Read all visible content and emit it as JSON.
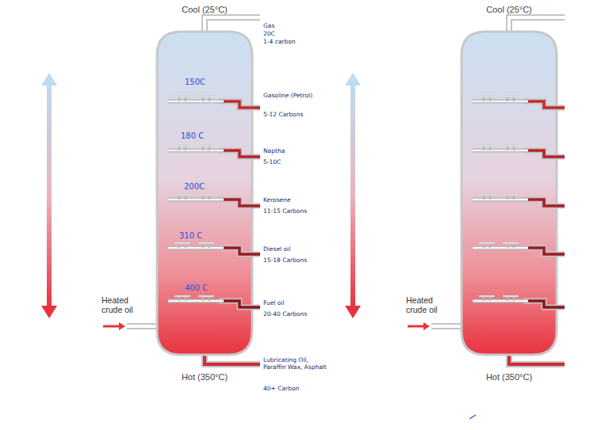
{
  "diagram": {
    "labels": [
      "Cool (25°C)",
      "Gas",
      "20C",
      "1-4 carbon",
      "150C",
      "Gasoline (Petrol)",
      "5-12 Carbons",
      "180 C",
      "Naptha",
      "5-10C",
      "200C",
      "Kerosene",
      "11-15 Carbons",
      "310 C",
      "Diesel oil",
      "15-18 Carbons",
      "400 C",
      "Heated crude oil",
      "Fuel oil",
      "20-40 Carbons",
      "Hot (350°C)",
      "Lubricating Oil, Paraffin Wax, Asphalt",
      "40+ Carbon",
      "Cool (25°C)",
      "Heated crude oil",
      "Hot (350°C)"
    ]
  }
}
